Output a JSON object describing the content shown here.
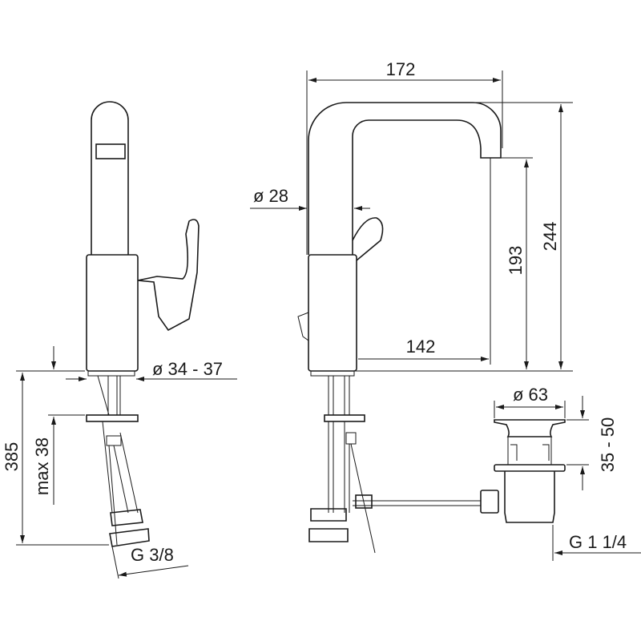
{
  "dimensions": {
    "width_total": "172",
    "spout_diameter": "ø 28",
    "spout_height": "193",
    "total_height": "244",
    "reach": "142",
    "body_diameter": "ø 34 - 37",
    "hose_length": "385",
    "max_counter_thickness": "max 38",
    "hose_thread": "G 3/8",
    "drain_diameter": "ø 63",
    "drain_range": "35 - 50",
    "drain_thread": "G 1 1/4"
  }
}
